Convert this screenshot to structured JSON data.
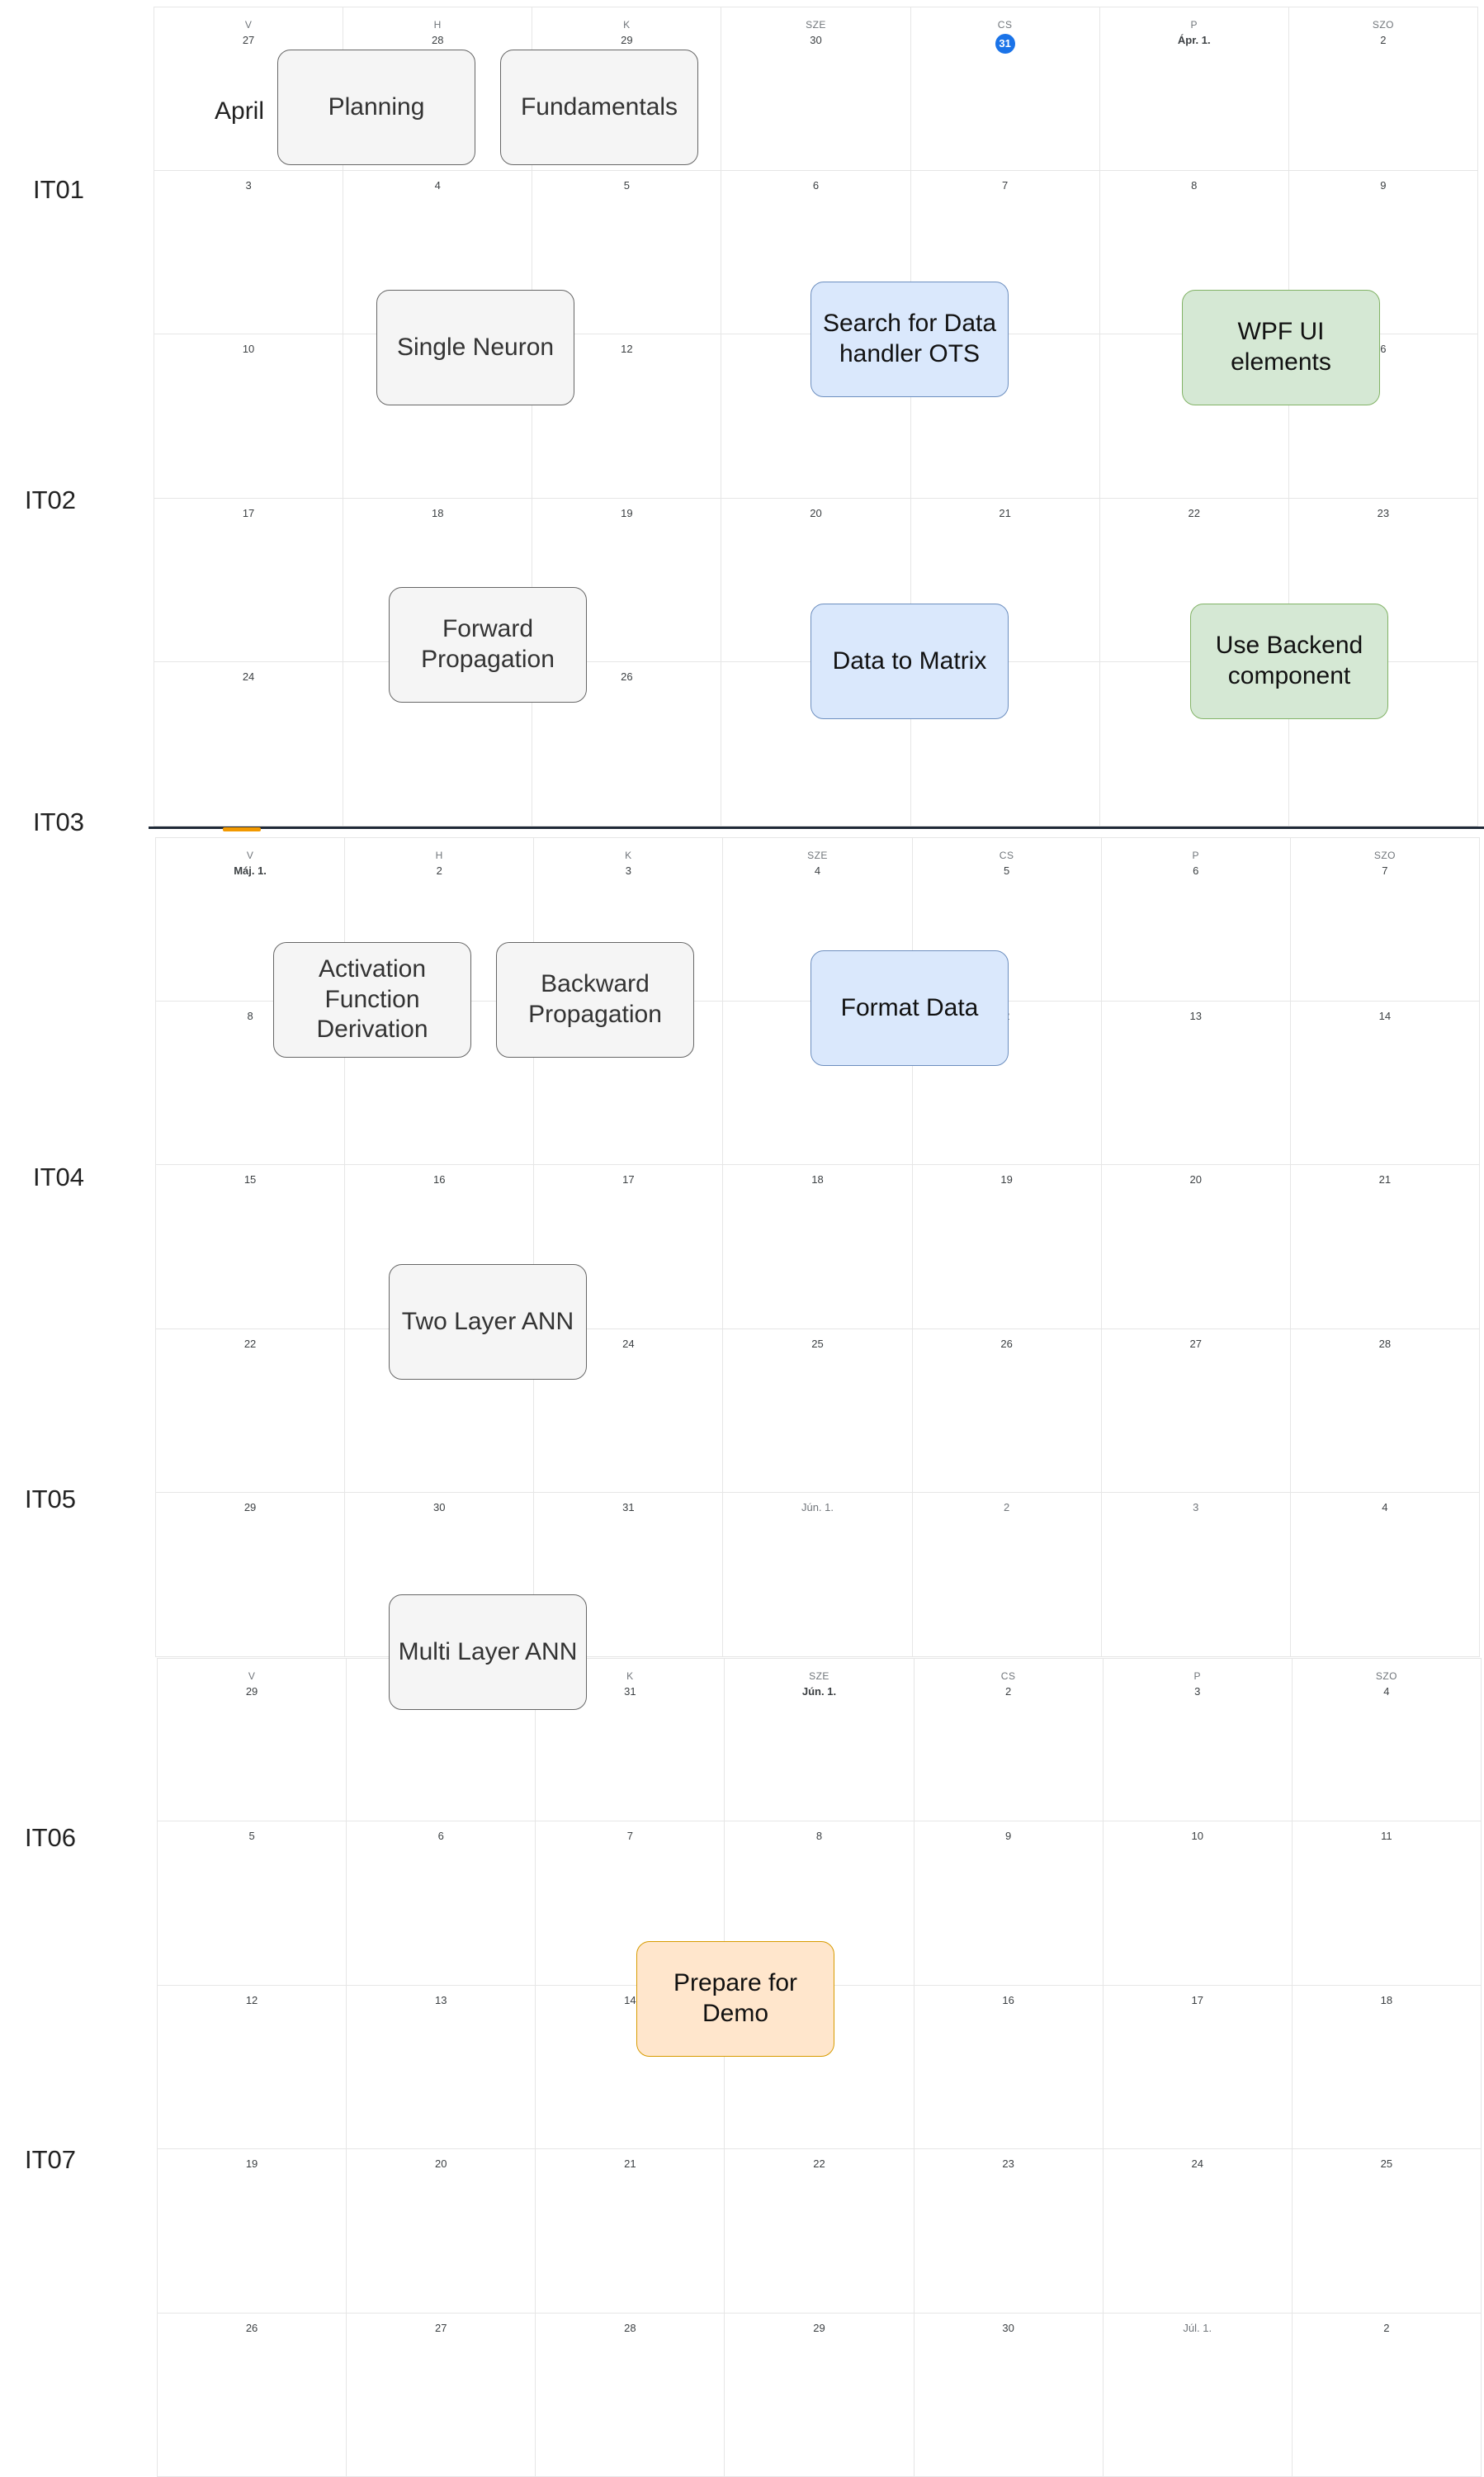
{
  "calendars": [
    {
      "weekdays": [
        "V",
        "H",
        "K",
        "SZE",
        "CS",
        "P",
        "SZO"
      ],
      "rows": [
        {
          "days": [
            "27",
            "28",
            "29",
            "30",
            "31",
            "Ápr. 1.",
            "2"
          ],
          "bold": [
            5
          ],
          "today": 4
        },
        {
          "days": [
            "3",
            "4",
            "5",
            "6",
            "7",
            "8",
            "9"
          ]
        },
        {
          "days": [
            "10",
            "",
            "12",
            "",
            "",
            "",
            "6"
          ]
        },
        {
          "days": [
            "17",
            "18",
            "19",
            "20",
            "21",
            "22",
            "23"
          ]
        },
        {
          "days": [
            "24",
            "",
            "26",
            "",
            "",
            "",
            ""
          ]
        }
      ]
    },
    {
      "weekdays": [
        "V",
        "H",
        "K",
        "SZE",
        "CS",
        "P",
        "SZO"
      ],
      "rows": [
        {
          "days": [
            "Máj. 1.",
            "2",
            "3",
            "4",
            "5",
            "6",
            "7"
          ],
          "bold": [
            0
          ]
        },
        {
          "days": [
            "8",
            "",
            "",
            "",
            "2",
            "13",
            "14"
          ]
        },
        {
          "days": [
            "15",
            "16",
            "17",
            "18",
            "19",
            "20",
            "21"
          ]
        },
        {
          "days": [
            "22",
            "",
            "24",
            "25",
            "26",
            "27",
            "28"
          ]
        },
        {
          "days": [
            "29",
            "30",
            "31",
            "Jún. 1.",
            "2",
            "3",
            "4"
          ],
          "muted": [
            3,
            4,
            5
          ]
        }
      ]
    },
    {
      "weekdays": [
        "V",
        "H",
        "K",
        "SZE",
        "CS",
        "P",
        "SZO"
      ],
      "rows": [
        {
          "days": [
            "29",
            "",
            "31",
            "Jún. 1.",
            "2",
            "3",
            "4"
          ],
          "bold": [
            3
          ]
        },
        {
          "days": [
            "5",
            "6",
            "7",
            "8",
            "9",
            "10",
            "11"
          ]
        },
        {
          "days": [
            "12",
            "13",
            "14",
            "",
            "16",
            "17",
            "18"
          ]
        },
        {
          "days": [
            "19",
            "20",
            "21",
            "22",
            "23",
            "24",
            "25"
          ]
        },
        {
          "days": [
            "26",
            "27",
            "28",
            "29",
            "30",
            "Júl. 1.",
            "2"
          ],
          "muted": [
            5
          ]
        }
      ]
    }
  ],
  "month_label": "April",
  "iterations": [
    "IT01",
    "IT02",
    "IT03",
    "IT04",
    "IT05",
    "IT06",
    "IT07"
  ],
  "tasks": [
    {
      "id": "planning",
      "text": "Planning",
      "style": "gray"
    },
    {
      "id": "fundamentals",
      "text": "Fundamentals",
      "style": "gray"
    },
    {
      "id": "single-neuron",
      "text": "Single Neuron",
      "style": "gray"
    },
    {
      "id": "search-data-handler",
      "text": "Search for Data handler OTS",
      "style": "blue"
    },
    {
      "id": "wpf-ui",
      "text": "WPF UI elements",
      "style": "green"
    },
    {
      "id": "forward-prop",
      "text": "Forward Propagation",
      "style": "gray"
    },
    {
      "id": "data-to-matrix",
      "text": "Data to Matrix",
      "style": "blue"
    },
    {
      "id": "use-backend",
      "text": "Use Backend component",
      "style": "green"
    },
    {
      "id": "activation-deriv",
      "text": "Activation Function Derivation",
      "style": "gray"
    },
    {
      "id": "backward-prop",
      "text": "Backward Propagation",
      "style": "gray"
    },
    {
      "id": "format-data",
      "text": "Format Data",
      "style": "blue"
    },
    {
      "id": "two-layer",
      "text": "Two Layer ANN",
      "style": "gray"
    },
    {
      "id": "multi-layer",
      "text": "Multi Layer ANN",
      "style": "gray"
    },
    {
      "id": "prepare-demo",
      "text": "Prepare for Demo",
      "style": "orange"
    }
  ],
  "colors": {
    "gray": "#f5f5f5",
    "blue": "#dae8fc",
    "green": "#d5e8d4",
    "orange": "#ffe6cc",
    "today": "#1a73e8"
  }
}
